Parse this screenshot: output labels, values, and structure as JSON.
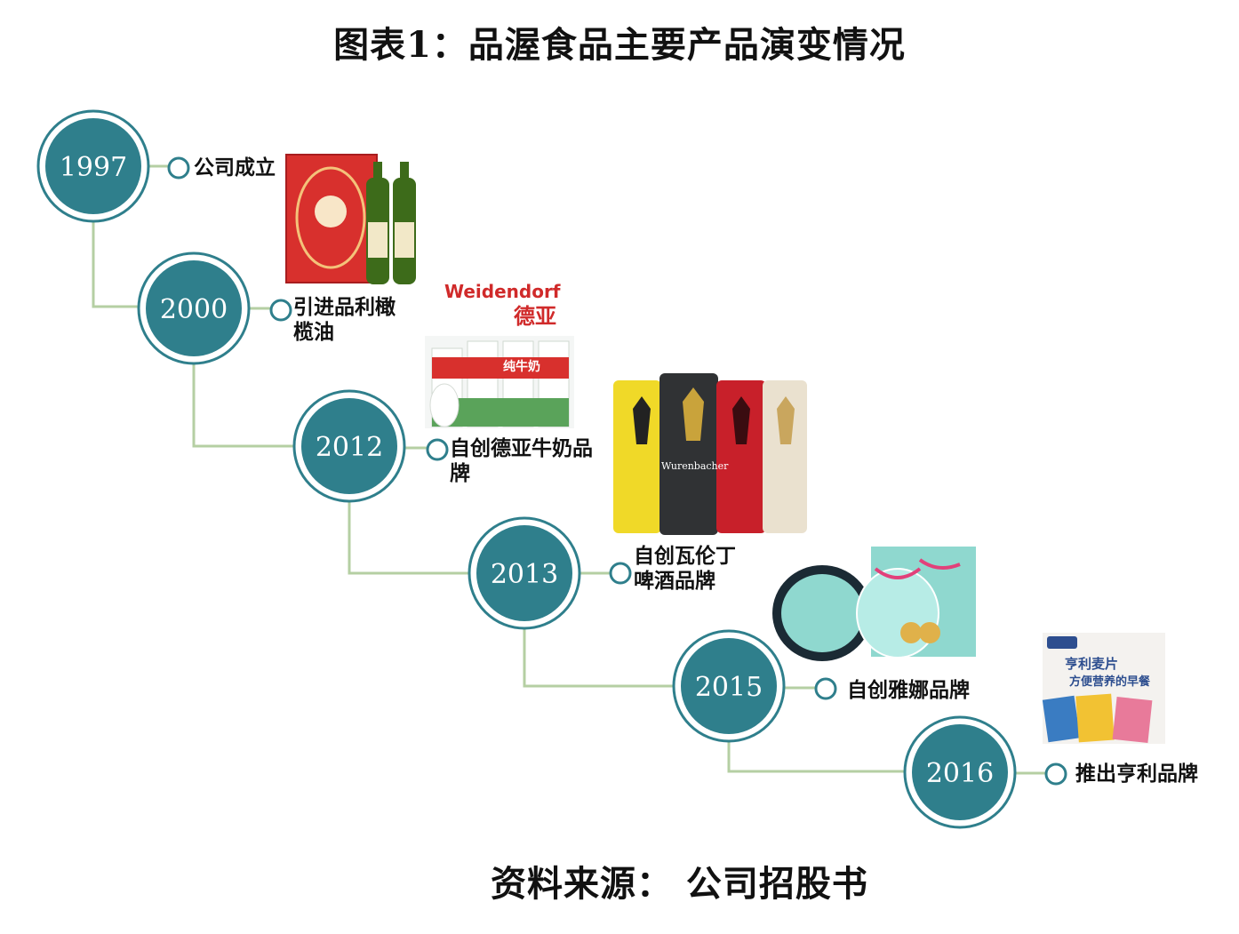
{
  "title": "图表1：品渥食品主要产品演变情况",
  "source": "资料来源：  公司招股书",
  "colors": {
    "circle_fill": "#2f7f8c",
    "circle_ring": "#2f7f8c",
    "line": "#b5cfa3"
  },
  "milestones": [
    {
      "year": "1997",
      "label": "公司成立"
    },
    {
      "year": "2000",
      "label": "引进品利橄\n榄油"
    },
    {
      "year": "2012",
      "label": "自创德亚牛奶品\n牌"
    },
    {
      "year": "2013",
      "label": "自创瓦伦丁\n啤酒品牌"
    },
    {
      "year": "2015",
      "label": "自创雅娜品牌"
    },
    {
      "year": "2016",
      "label": "推出亨利品牌"
    }
  ],
  "products": {
    "weidendorf_logo": "Weidendorf",
    "weidendorf_cn": "德亚",
    "milk_text": "纯牛奶",
    "beer_text": "Wurenbacher",
    "cereal_title": "亨利麦片",
    "cereal_subtitle": "方便营养的早餐"
  }
}
